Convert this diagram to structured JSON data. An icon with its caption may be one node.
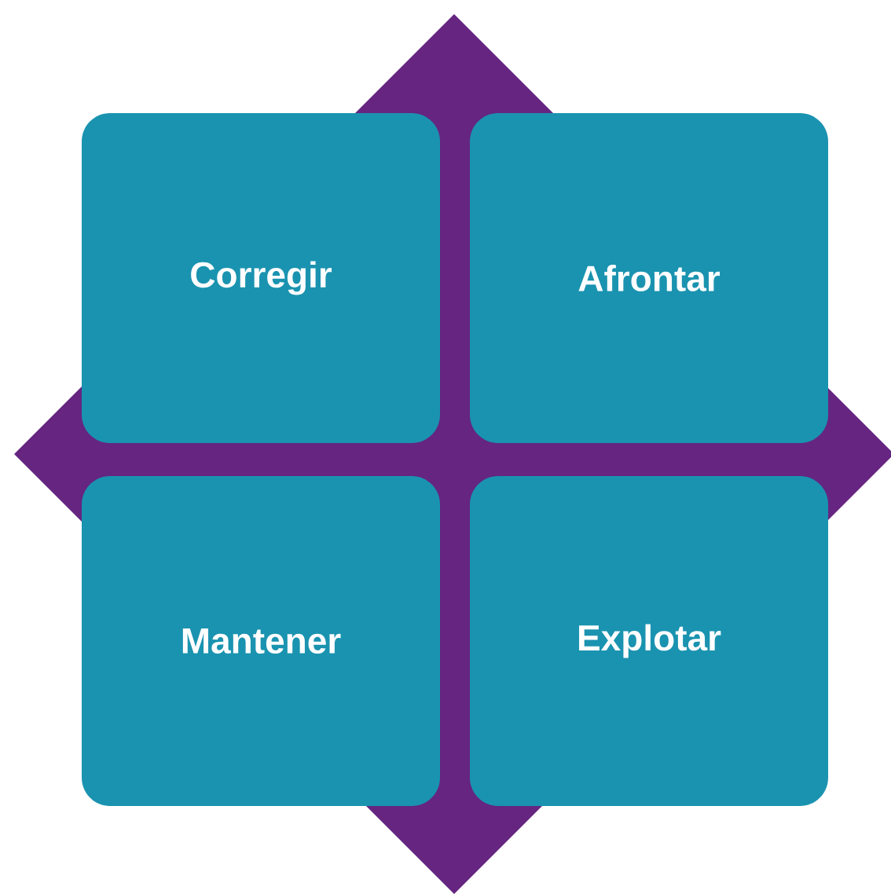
{
  "diagram": {
    "nodes": [
      {
        "text": [
          "Corregir"
        ]
      },
      {
        "text": [
          "Afrontar"
        ]
      },
      {
        "text": [
          "Mantener"
        ]
      },
      {
        "text": [
          "Explotar"
        ]
      }
    ]
  }
}
